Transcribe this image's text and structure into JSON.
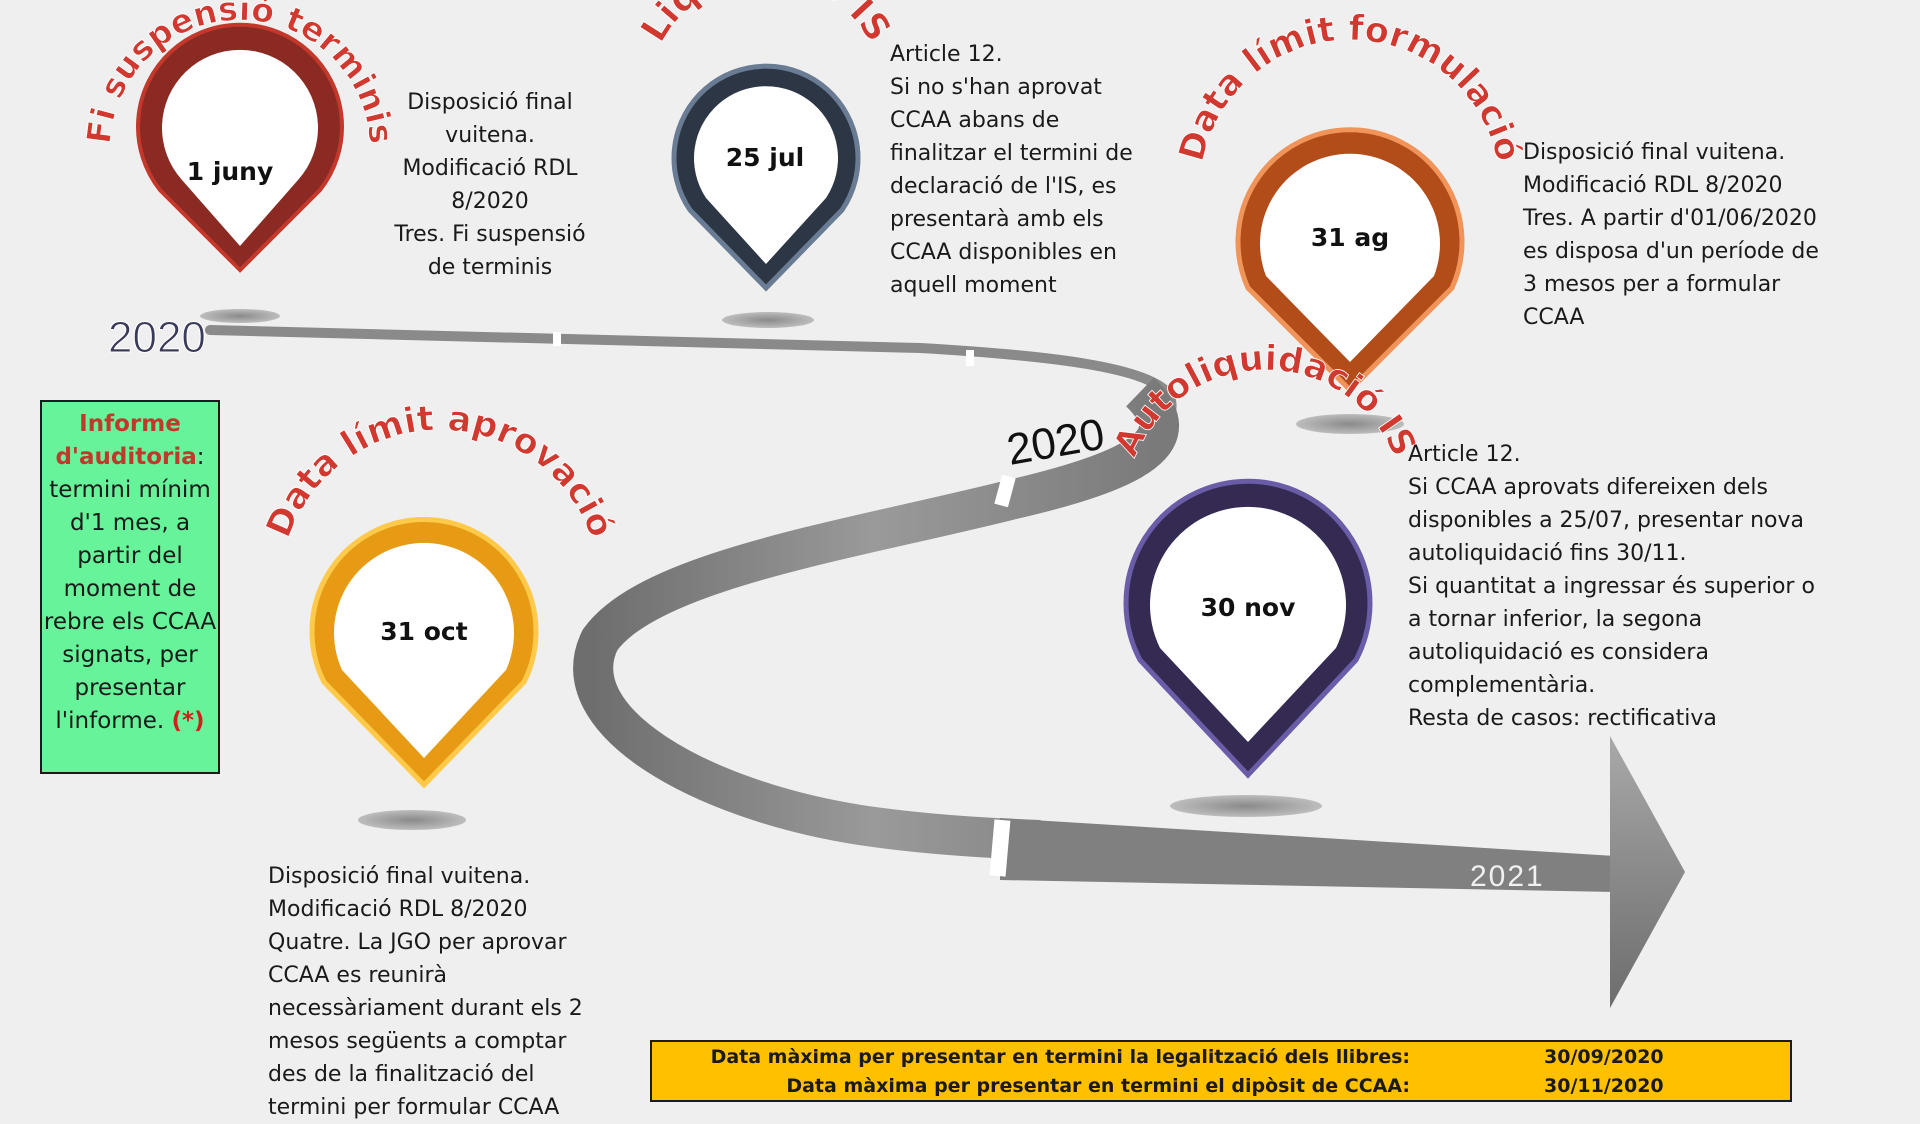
{
  "years": {
    "start": "2020",
    "middle": "2020",
    "end": "2021"
  },
  "milestones": [
    {
      "id": "fi-suspensio",
      "arc_title": "Fi suspensió terminis",
      "date": "1 juny",
      "color": "#b0302a"
    },
    {
      "id": "liquidacio-is",
      "arc_title": "Liquidació IS",
      "date": "25 jul",
      "color": "#3b4a5e"
    },
    {
      "id": "data-limit-formulacio",
      "arc_title": "Data límit formulació",
      "date": "31 ag",
      "color": "#d06a2a"
    },
    {
      "id": "autoliquidacio-is",
      "arc_title": "Autoliquidació IS",
      "date": "30 nov",
      "color": "#4d3f7d"
    },
    {
      "id": "data-limit-aprovacio",
      "arc_title": "Data límit aprovació",
      "date": "31 oct",
      "color": "#f2a91e"
    }
  ],
  "notes": {
    "fi_suspensio": [
      "Disposició final",
      "vuitena.",
      "Modificació RDL",
      "8/2020",
      "Tres. Fi suspensió",
      "de terminis"
    ],
    "liquidacio_is": [
      "Article 12.",
      "Si no s'han aprovat",
      "CCAA abans de",
      "finalitzar el termini de",
      "declaració de l'IS, es",
      "presentarà amb els",
      "CCAA disponibles en",
      "aquell moment"
    ],
    "formulacio": [
      "Disposició final vuitena.",
      "Modificació RDL 8/2020",
      "Tres. A partir d'01/06/2020",
      "es disposa d'un període de",
      "3 mesos per a formular",
      "CCAA"
    ],
    "autoliquidacio": [
      "Article 12.",
      "Si CCAA aprovats difereixen dels",
      "disponibles a 25/07, presentar nova",
      "autoliquidació fins 30/11.",
      "Si quantitat a ingressar és superior o",
      "a tornar inferior, la segona",
      "autoliquidació es considera",
      "complementària.",
      "Resta de casos: rectificativa"
    ],
    "aprovacio": [
      "Disposició final vuitena.",
      "Modificació RDL 8/2020",
      "Quatre. La JGO per aprovar",
      "CCAA es reunirà",
      "necessàriament durant els 2",
      "mesos següents a comptar",
      "des de la finalització del",
      "termini per formular CCAA"
    ]
  },
  "audit": {
    "title_1": "Informe",
    "title_2": "d'auditoria",
    "colon": ":",
    "body": [
      "termini mínim",
      "d'1 mes, a",
      "partir del",
      "moment de",
      "rebre els CCAA",
      "signats, per",
      "presentar"
    ],
    "last": "l'informe. ",
    "star": "(*)"
  },
  "deadlines": [
    {
      "label": "Data màxima per presentar en termini la legalització dels llibres:",
      "value": "30/09/2020"
    },
    {
      "label": "Data màxima per presentar en termini el dipòsit de CCAA:",
      "value": "30/11/2020"
    }
  ],
  "colors": {
    "arc_text": "#d1382f",
    "road": "#8c8c8c",
    "audit_bg": "#66f39a",
    "deadline_bg": "#ffc000"
  }
}
